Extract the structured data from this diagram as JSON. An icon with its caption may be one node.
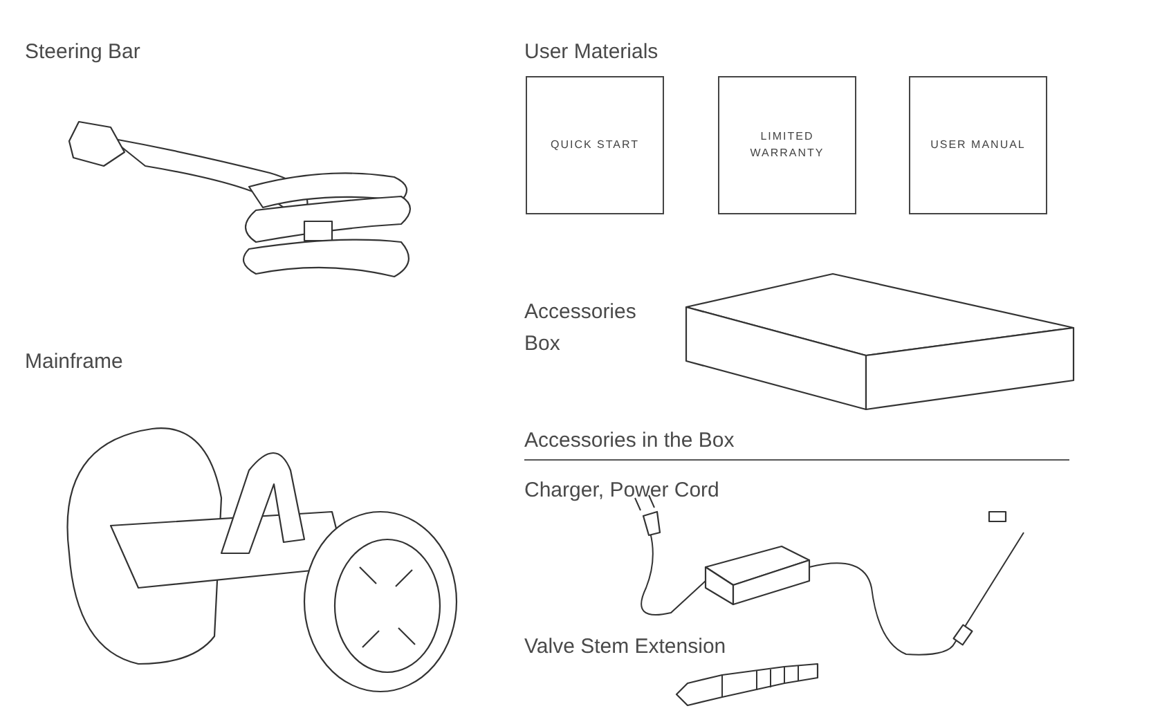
{
  "diagram": {
    "nodes": [
      {
        "text": [
          "QUICK START"
        ]
      },
      {
        "text": [
          "LIMITED WARRANTY"
        ]
      },
      {
        "text": [
          "USER MANUAL"
        ]
      }
    ],
    "labels": [
      "Steering Bar",
      "User Materials",
      "Accessories Box",
      "Mainframe",
      "Accessories in the Box",
      "Charger, Power Cord",
      "Valve Stem Extension"
    ]
  }
}
